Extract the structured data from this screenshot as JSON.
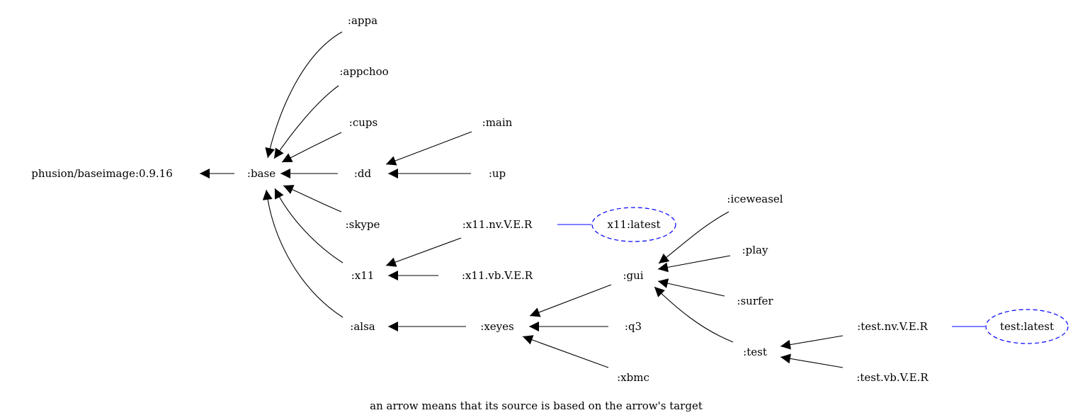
{
  "graph": {
    "nodes": {
      "phusion": "phusion/baseimage:0.9.16",
      "base": ":base",
      "appa": ":appa",
      "appchoo": ":appchoo",
      "cups": ":cups",
      "dd": ":dd",
      "main": ":main",
      "up": ":up",
      "skype": ":skype",
      "x11": ":x11",
      "x11nv": ":x11.nv.V.E.R",
      "x11vb": ":x11.vb.V.E.R",
      "alsa": ":alsa",
      "xeyes": ":xeyes",
      "q3": ":q3",
      "xbmc": ":xbmc",
      "gui": ":gui",
      "iceweasel": ":iceweasel",
      "play": ":play",
      "surfer": ":surfer",
      "test": ":test",
      "testnv": ":test.nv.V.E.R",
      "testvb": ":test.vb.V.E.R"
    },
    "aliases": {
      "x11latest": "x11:latest",
      "testlatest": "test:latest"
    },
    "edges": [
      {
        "from": "base",
        "to": "phusion"
      },
      {
        "from": "appa",
        "to": "base"
      },
      {
        "from": "appchoo",
        "to": "base"
      },
      {
        "from": "cups",
        "to": "base"
      },
      {
        "from": "dd",
        "to": "base"
      },
      {
        "from": "skype",
        "to": "base"
      },
      {
        "from": "x11",
        "to": "base"
      },
      {
        "from": "alsa",
        "to": "base"
      },
      {
        "from": "main",
        "to": "dd"
      },
      {
        "from": "up",
        "to": "dd"
      },
      {
        "from": "x11nv",
        "to": "x11"
      },
      {
        "from": "x11vb",
        "to": "x11"
      },
      {
        "from": "xeyes",
        "to": "alsa"
      },
      {
        "from": "gui",
        "to": "xeyes"
      },
      {
        "from": "q3",
        "to": "xeyes"
      },
      {
        "from": "xbmc",
        "to": "xeyes"
      },
      {
        "from": "iceweasel",
        "to": "gui"
      },
      {
        "from": "play",
        "to": "gui"
      },
      {
        "from": "surfer",
        "to": "gui"
      },
      {
        "from": "test",
        "to": "gui"
      },
      {
        "from": "testnv",
        "to": "test"
      },
      {
        "from": "testvb",
        "to": "test"
      }
    ],
    "alias_links": [
      {
        "from": "x11nv",
        "to": "x11latest"
      },
      {
        "from": "testnv",
        "to": "testlatest"
      }
    ],
    "caption": "an arrow means that its source is based on the arrow's target"
  },
  "colors": {
    "edge": "#000000",
    "alias": "#0000ff",
    "background": "#ffffff"
  }
}
